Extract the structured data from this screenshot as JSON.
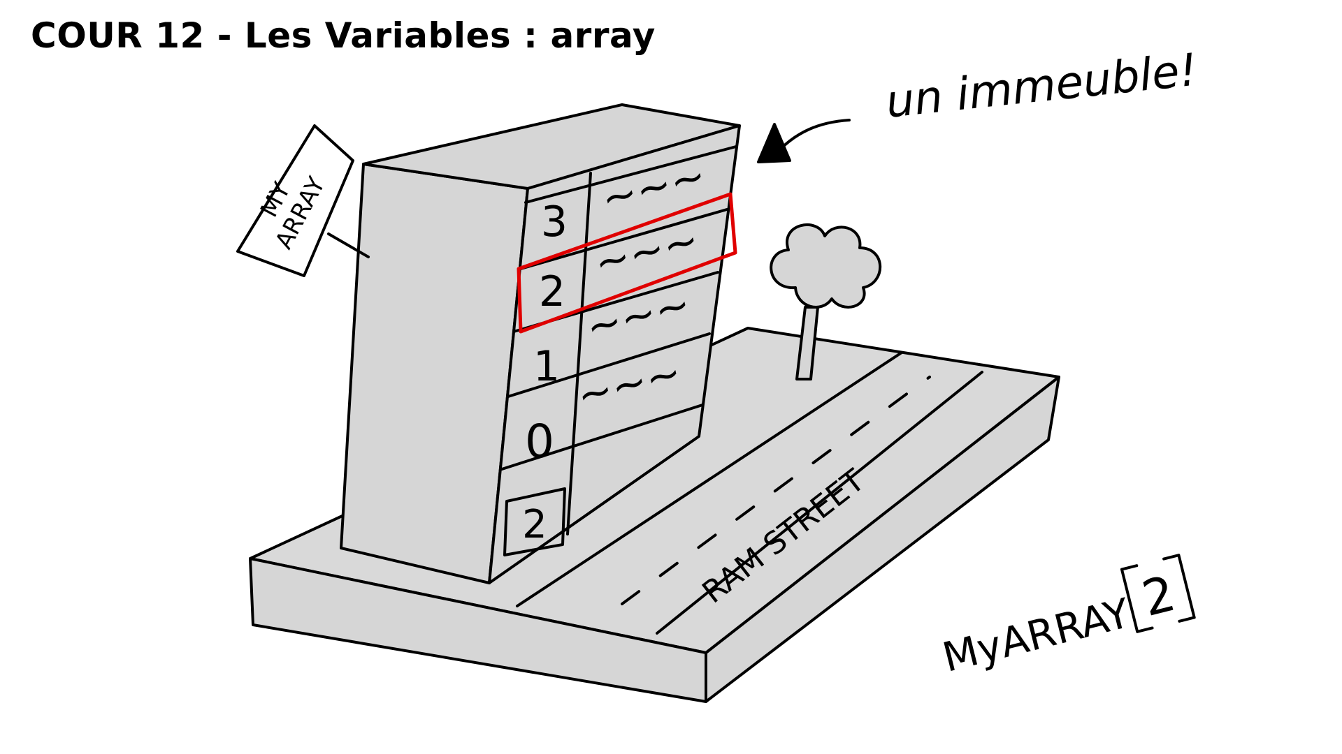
{
  "title": "COUR 12 - Les Variables : array",
  "sign": {
    "line1": "MY",
    "line2": "ARRAY"
  },
  "annotation": "un immeuble!",
  "street_name": "RAM STREET",
  "floors": [
    {
      "index": "3",
      "value": "~~~",
      "highlighted": false
    },
    {
      "index": "2",
      "value": "~~~",
      "highlighted": true
    },
    {
      "index": "1",
      "value": "~~~",
      "highlighted": false
    },
    {
      "index": "0",
      "value": "~~~",
      "highlighted": false
    }
  ],
  "door_label": "2",
  "expression": {
    "name": "MyARRAY",
    "index": "2"
  },
  "colors": {
    "building": "#d6d6d6",
    "ground": "#d9d9d9",
    "outline": "#000000",
    "highlight": "#e00000",
    "white": "#ffffff"
  }
}
